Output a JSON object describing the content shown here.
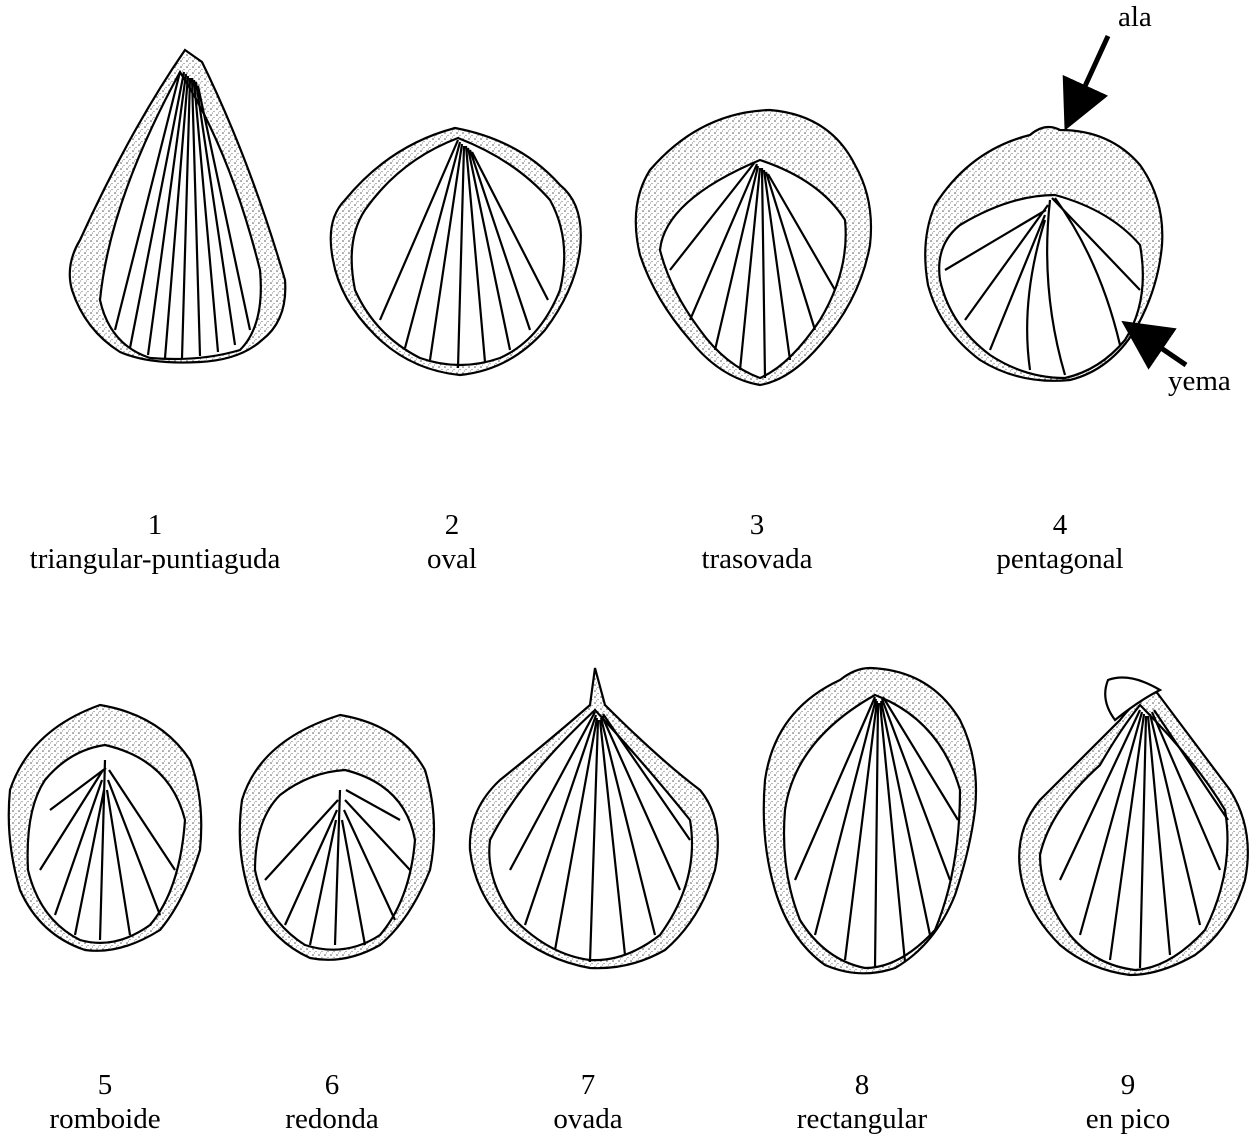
{
  "items": [
    {
      "number": "1",
      "name": "triangular-puntiaguda"
    },
    {
      "number": "2",
      "name": "oval"
    },
    {
      "number": "3",
      "name": "trasovada"
    },
    {
      "number": "4",
      "name": "pentagonal"
    },
    {
      "number": "5",
      "name": "romboide"
    },
    {
      "number": "6",
      "name": "redonda"
    },
    {
      "number": "7",
      "name": "ovada"
    },
    {
      "number": "8",
      "name": "rectangular"
    },
    {
      "number": "9",
      "name": "en pico"
    }
  ],
  "callouts": {
    "wing": "ala",
    "bud": "yema"
  },
  "colors": {
    "ink": "#000000",
    "paper": "#ffffff",
    "stipple": "#666666"
  },
  "icons": {
    "arrow": "arrow-icon"
  }
}
